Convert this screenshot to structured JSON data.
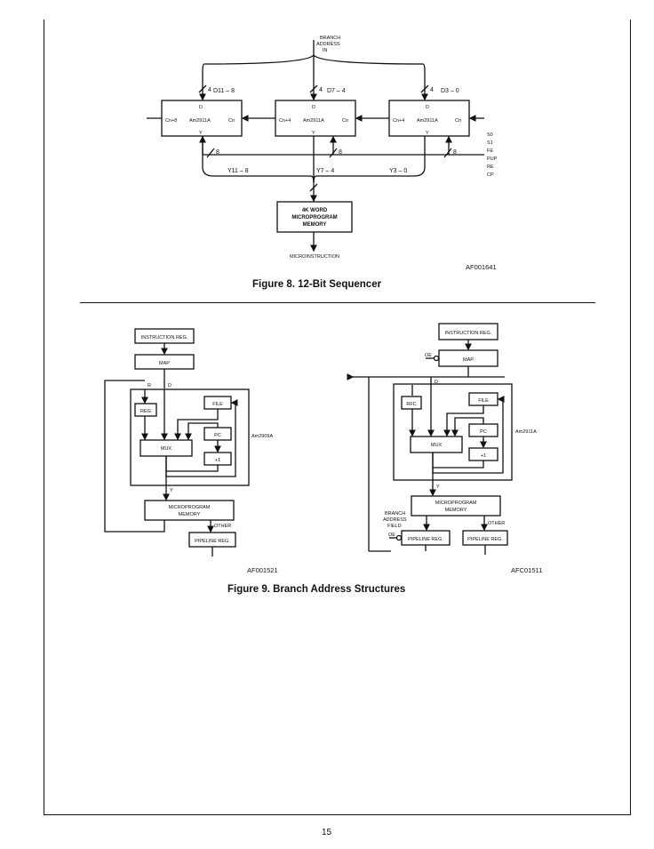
{
  "page": {
    "number": "15"
  },
  "figure8": {
    "caption": "Figure 8. 12-Bit Sequencer",
    "code": "AF001641",
    "input_label_line1": "BRANCH",
    "input_label_line2": "ADDRESS",
    "input_label_line3": "IN",
    "chips": [
      {
        "name": "Am2911A",
        "d": "D",
        "dlabel": "D11 – 8",
        "left": "Cn+8",
        "right": "Cn",
        "y": "Y",
        "ylabel": "Y11 – 8"
      },
      {
        "name": "Am2911A",
        "d": "D",
        "dlabel": "D7 – 4",
        "left": "Cn+4",
        "right": "Cn",
        "y": "Y",
        "ylabel": "Y7 – 4"
      },
      {
        "name": "Am2911A",
        "d": "D",
        "dlabel": "D3 – 0",
        "left": "Cn+4",
        "right": "Cn",
        "y": "Y",
        "ylabel": "Y3 – 0"
      }
    ],
    "bus_width": "4",
    "control_width": "8",
    "controls": [
      "S0",
      "S1",
      "FE",
      "PUP",
      "RE",
      "CP"
    ],
    "memory_line1": "4K WORD",
    "memory_line2": "MICROPROGRAM",
    "memory_line3": "MEMORY",
    "output_label": "MICROINSTRUCTION"
  },
  "figure9": {
    "caption": "Figure 9. Branch Address Structures",
    "left": {
      "code": "AF001521",
      "instruction_reg": "INSTRUCTION REG.",
      "map": "MAP",
      "reg": "REG",
      "file": "FILE",
      "pc": "PC",
      "mux": "MUX",
      "plus1": "+1",
      "chip": "Am2909A",
      "mem_line1": "MICROPROGRAM",
      "mem_line2": "MEMORY",
      "pipeline": "PIPELINE REG.",
      "other": "OTHER",
      "r_label": "R",
      "d_label": "D",
      "y_label": "Y"
    },
    "right": {
      "code": "AFC01511",
      "instruction_reg": "INSTRUCTION REG.",
      "map": "MAP",
      "oe": "OE",
      "rfc": "RFC",
      "file": "FILE",
      "pc": "PC",
      "mux": "MUX",
      "plus1": "+1",
      "chip": "Am2911A",
      "mem_line1": "MICROPROGRAM",
      "mem_line2": "MEMORY",
      "branch_field_1": "BRANCH",
      "branch_field_2": "ADDRESS",
      "branch_field_3": "FIELD",
      "pipeline_left": "PIPELINE REG.",
      "pipeline_right": "PIPELINE REG.",
      "other": "OTHER",
      "oe2": "OE",
      "d_label": "D",
      "y_label": "Y"
    }
  }
}
